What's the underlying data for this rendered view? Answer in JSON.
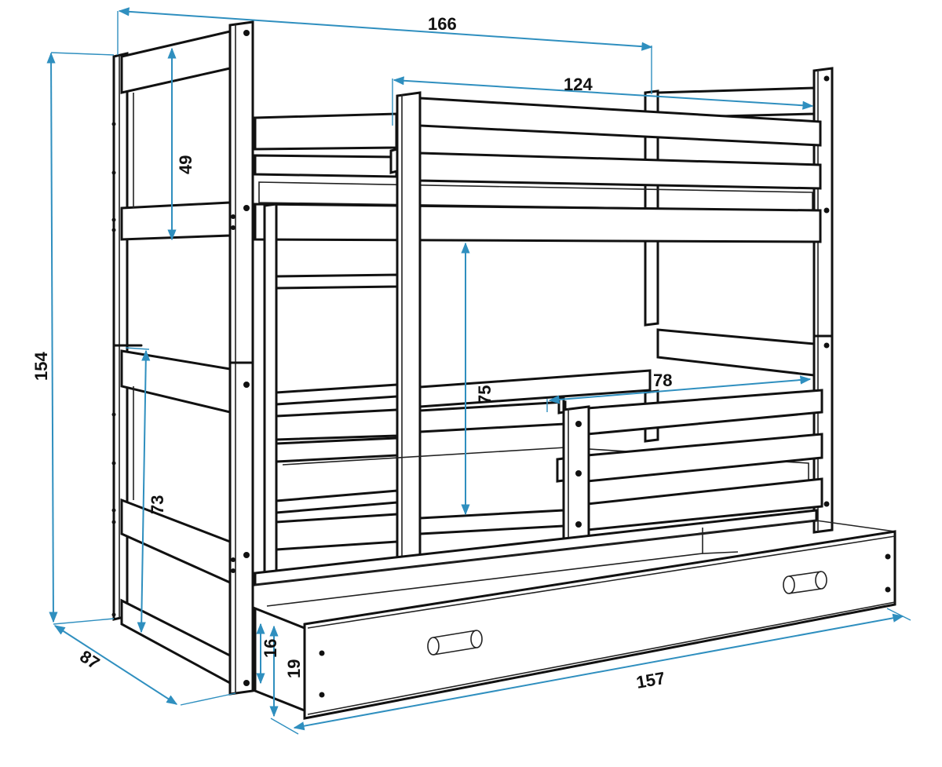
{
  "diagram": {
    "subject": "bunk bed with underbed drawer",
    "line_color": "#111111",
    "dimension_color": "#2f8fbf",
    "units_shown": "",
    "dimensions": {
      "overall_length": "166",
      "inner_rail_length": "124",
      "top_guard_height": "49",
      "overall_height": "154",
      "bottom_headboard_height": "73",
      "clearance_between_bunks": "75",
      "lower_rail_opening": "78",
      "depth": "87",
      "drawer_length": "157",
      "drawer_inner_height": "16",
      "drawer_front_height": "19"
    }
  }
}
